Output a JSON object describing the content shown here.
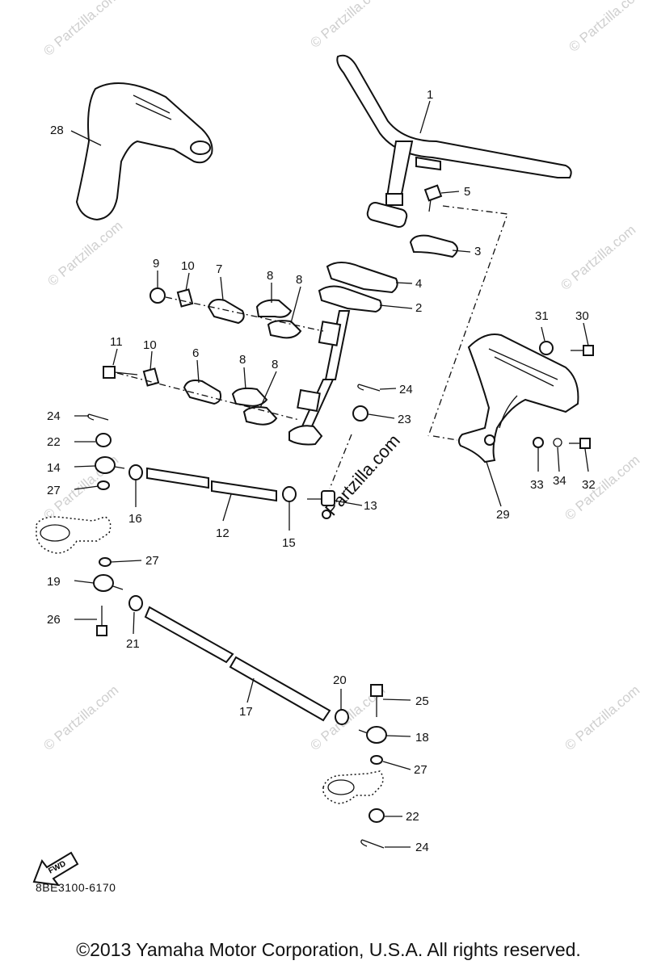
{
  "callouts": [
    {
      "id": "c1",
      "text": "1"
    },
    {
      "id": "c2",
      "text": "2"
    },
    {
      "id": "c3",
      "text": "3"
    },
    {
      "id": "c4",
      "text": "4"
    },
    {
      "id": "c5",
      "text": "5"
    },
    {
      "id": "c6",
      "text": "6"
    },
    {
      "id": "c7",
      "text": "7"
    },
    {
      "id": "c8a",
      "text": "8"
    },
    {
      "id": "c8b",
      "text": "8"
    },
    {
      "id": "c8c",
      "text": "8"
    },
    {
      "id": "c8d",
      "text": "8"
    },
    {
      "id": "c9",
      "text": "9"
    },
    {
      "id": "c10a",
      "text": "10"
    },
    {
      "id": "c10b",
      "text": "10"
    },
    {
      "id": "c11",
      "text": "11"
    },
    {
      "id": "c12",
      "text": "12"
    },
    {
      "id": "c13",
      "text": "13"
    },
    {
      "id": "c14",
      "text": "14"
    },
    {
      "id": "c15",
      "text": "15"
    },
    {
      "id": "c16",
      "text": "16"
    },
    {
      "id": "c17",
      "text": "17"
    },
    {
      "id": "c18",
      "text": "18"
    },
    {
      "id": "c19",
      "text": "19"
    },
    {
      "id": "c20",
      "text": "20"
    },
    {
      "id": "c21",
      "text": "21"
    },
    {
      "id": "c22a",
      "text": "22"
    },
    {
      "id": "c22b",
      "text": "22"
    },
    {
      "id": "c23",
      "text": "23"
    },
    {
      "id": "c24a",
      "text": "24"
    },
    {
      "id": "c24b",
      "text": "24"
    },
    {
      "id": "c24c",
      "text": "24"
    },
    {
      "id": "c25",
      "text": "25"
    },
    {
      "id": "c26",
      "text": "26"
    },
    {
      "id": "c27a",
      "text": "27"
    },
    {
      "id": "c27b",
      "text": "27"
    },
    {
      "id": "c27c",
      "text": "27"
    },
    {
      "id": "c28",
      "text": "28"
    },
    {
      "id": "c29",
      "text": "29"
    },
    {
      "id": "c30",
      "text": "30"
    },
    {
      "id": "c31",
      "text": "31"
    },
    {
      "id": "c32",
      "text": "32"
    },
    {
      "id": "c33",
      "text": "33"
    },
    {
      "id": "c34",
      "text": "34"
    }
  ],
  "watermark": {
    "repeat": "© Partzilla.com",
    "center": "Partzilla.com"
  },
  "fwd_label": "FWD",
  "diagram_code": "8BE3100-6170",
  "copyright": "©2013 Yamaha Motor Corporation, U.S.A. All rights reserved."
}
